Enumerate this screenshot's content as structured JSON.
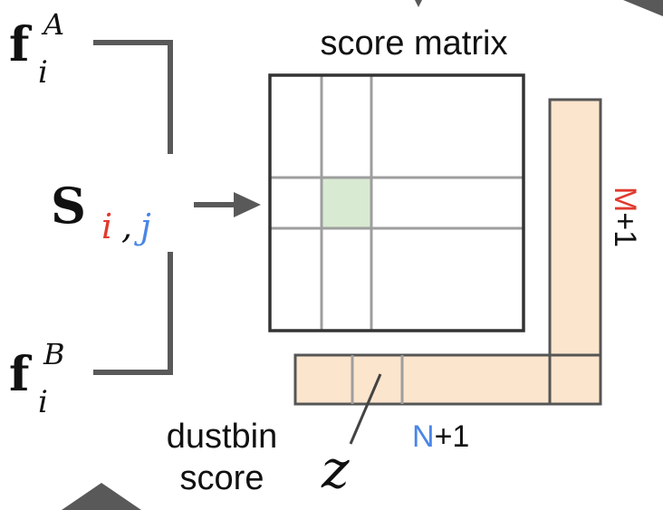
{
  "feature_a": {
    "base": "f",
    "sub": "i",
    "sup": "A"
  },
  "feature_b": {
    "base": "f",
    "sub": "i",
    "sup": "B"
  },
  "score_symbol": {
    "base": "S",
    "sub_i": "i",
    "sub_comma": ",",
    "sub_j": "j"
  },
  "matrix_title": "score matrix",
  "dustbin_label": {
    "line1": "dustbin",
    "line2": "score"
  },
  "z_label": "z",
  "row_count_label": {
    "letter": "N",
    "suffix": "+1"
  },
  "col_count_label": {
    "letter": "M",
    "suffix": "+1"
  },
  "colors": {
    "line": "#595959",
    "grid": "#9e9e9e",
    "highlight": "#d9ead3",
    "dustbin_fill": "#fce5cd",
    "i_red": "#e03a2f",
    "j_blue": "#4a86e8",
    "text": "#111111"
  }
}
